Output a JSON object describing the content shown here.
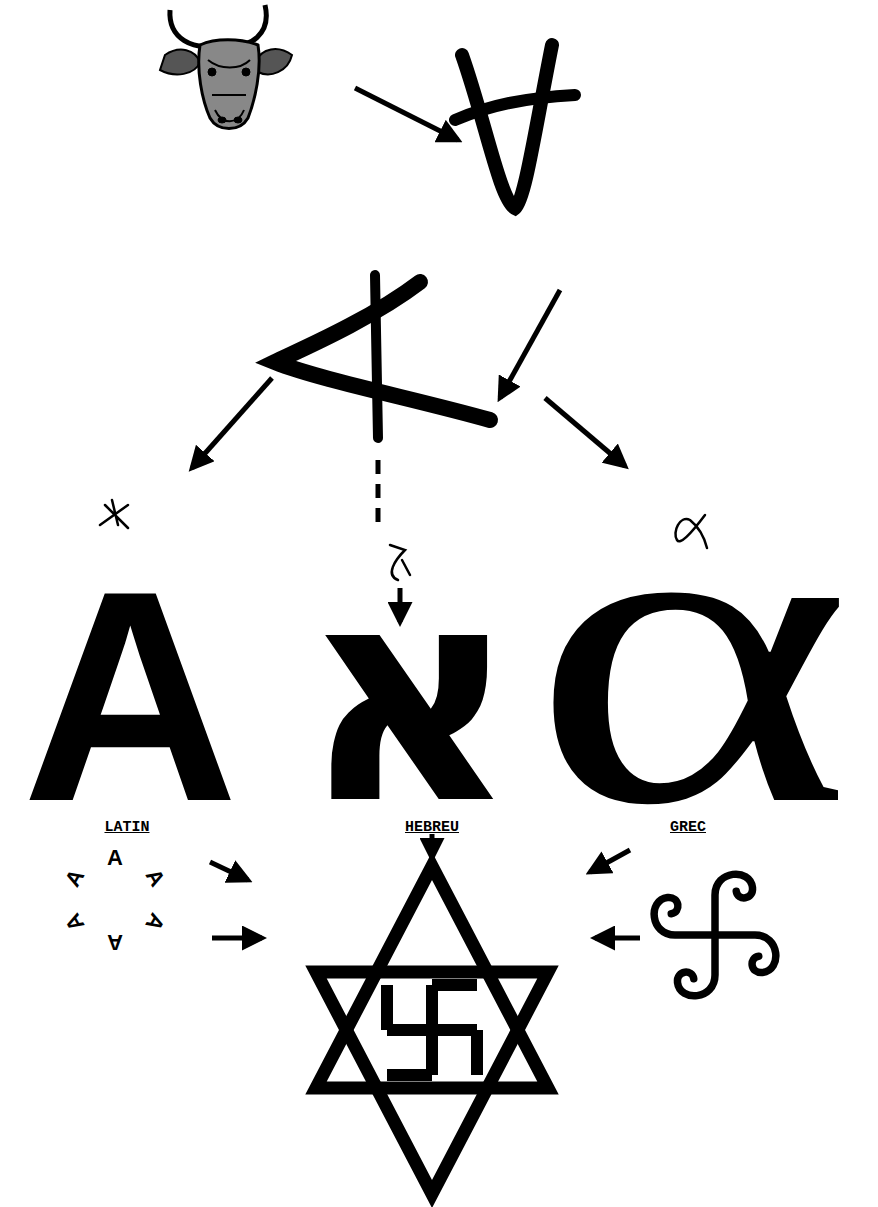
{
  "diagram": {
    "labels": [
      "A",
      "א",
      "α",
      "LATIN",
      "HEBREU",
      "GREC",
      "A",
      "A",
      "A",
      "A",
      "A",
      "A"
    ]
  }
}
